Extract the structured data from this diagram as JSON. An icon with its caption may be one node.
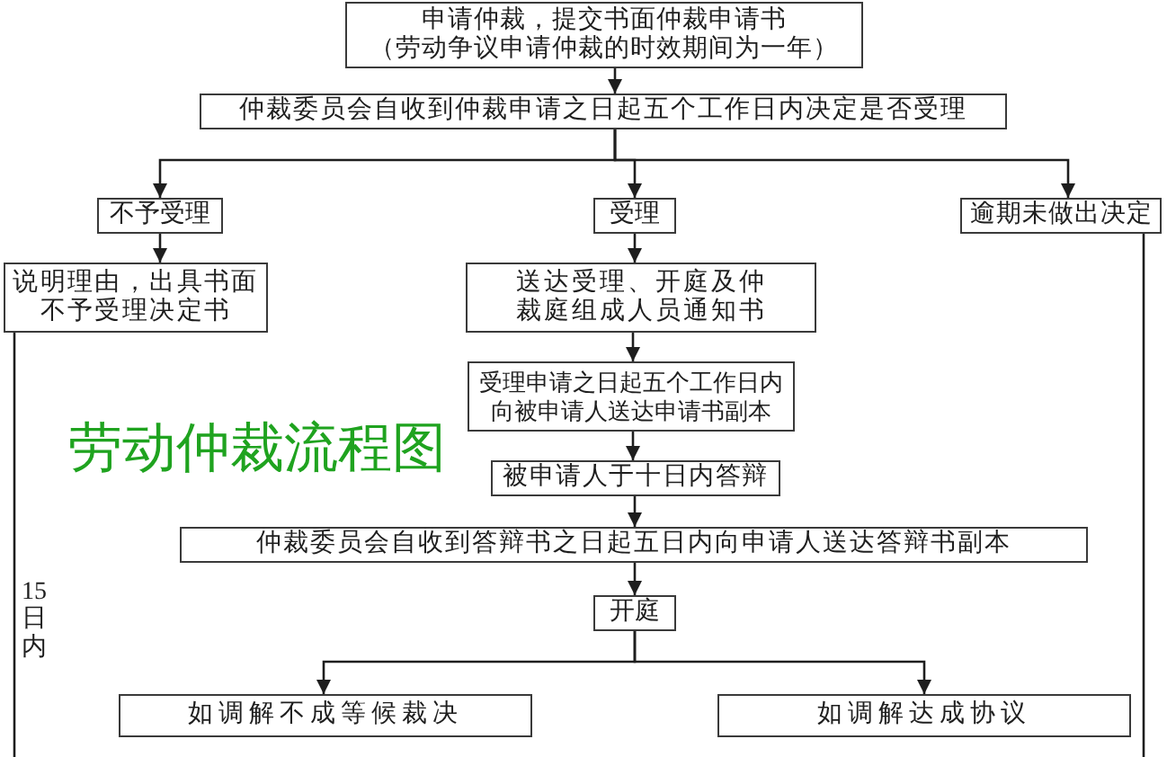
{
  "diagram": {
    "title": "劳动仲裁流程图",
    "nodes": [
      {
        "text": [
          "申请仲裁，提交书面仲裁申请书",
          "（劳动争议申请仲裁的时效期间为一年）"
        ]
      },
      {
        "text": [
          "仲裁委员会自收到仲裁申请之日起五个工作日内决定是否受理"
        ]
      },
      {
        "text": [
          "不予受理"
        ]
      },
      {
        "text": [
          "受理"
        ]
      },
      {
        "text": [
          "逾期未做出决定"
        ]
      },
      {
        "text": [
          "说明理由，出具书面不予受理决定书"
        ]
      },
      {
        "text": [
          "送达受理、开庭及仲裁庭组成人员通知书"
        ]
      },
      {
        "text": [
          "受理申请之日起五个工作日内向被申请人送达申请书副本"
        ]
      },
      {
        "text": [
          "被申请人于十日内答辩"
        ]
      },
      {
        "text": [
          "仲裁委员会自收到答辩书之日起五日内向申请人送达答辩书副本"
        ]
      },
      {
        "text": [
          "开庭"
        ]
      },
      {
        "text": [
          "如调解不成等候裁决"
        ]
      },
      {
        "text": [
          "如调解达成协议"
        ]
      }
    ],
    "edges": [
      {
        "from": 0,
        "to": 1,
        "arrow": "to"
      },
      {
        "from": 1,
        "to": 2,
        "arrow": "to"
      },
      {
        "from": 1,
        "to": 3,
        "arrow": "to"
      },
      {
        "from": 1,
        "to": 4,
        "arrow": "to"
      },
      {
        "from": 2,
        "to": 5,
        "arrow": "to"
      },
      {
        "from": 3,
        "to": 6,
        "arrow": "to"
      },
      {
        "from": 6,
        "to": 7,
        "arrow": "to"
      },
      {
        "from": 7,
        "to": 8,
        "arrow": "to"
      },
      {
        "from": 8,
        "to": 9,
        "arrow": "to"
      },
      {
        "from": 9,
        "to": 10,
        "arrow": "to"
      },
      {
        "from": 10,
        "to": 11,
        "arrow": "to"
      },
      {
        "from": 10,
        "to": 12,
        "arrow": "to"
      },
      {
        "from": 5,
        "to": null,
        "arrow": "none",
        "label": "15日内"
      },
      {
        "from": 4,
        "to": null,
        "arrow": "none"
      }
    ]
  }
}
